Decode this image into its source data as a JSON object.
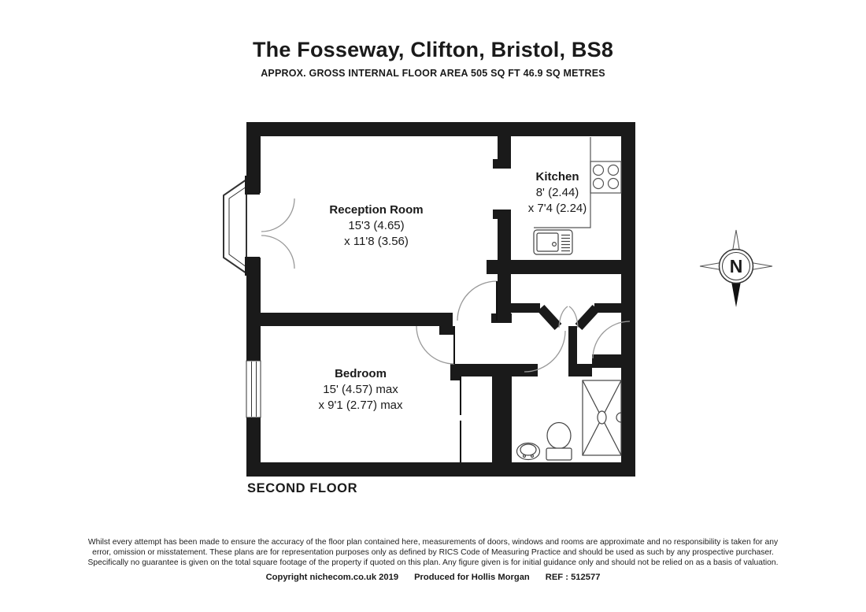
{
  "header": {
    "title": "The Fosseway, Clifton, Bristol, BS8",
    "subtitle": "APPROX. GROSS INTERNAL FLOOR AREA 505 SQ FT 46.9 SQ METRES"
  },
  "rooms": {
    "reception": {
      "name": "Reception Room",
      "dim1": "15'3 (4.65)",
      "dim2": "x 11'8 (3.56)"
    },
    "kitchen": {
      "name": "Kitchen",
      "dim1": "8' (2.44)",
      "dim2": "x 7'4 (2.24)"
    },
    "bedroom": {
      "name": "Bedroom",
      "dim1": "15' (4.57) max",
      "dim2": "x 9'1 (2.77) max"
    }
  },
  "floor_label": "SECOND FLOOR",
  "compass": {
    "north_label": "N"
  },
  "footer": {
    "disclaimer_line1": "Whilst every attempt has been made to ensure the accuracy of the floor plan contained here, measurements of doors, windows and rooms are approximate and no responsibility is taken for any",
    "disclaimer_line2": "error, omission or misstatement. These plans are for representation purposes only as defined by RICS Code of Measuring Practice and should be used as such by any prospective purchaser.",
    "disclaimer_line3": "Specifically no guarantee is given on the total square footage of the property if quoted on this plan. Any figure given is for initial guidance only and should not be relied on as a basis of valuation.",
    "copyright": "Copyright nichecom.co.uk 2019",
    "produced_for": "Produced for Hollis Morgan",
    "reference": "REF : 512577"
  },
  "colors": {
    "wall": "#1a1a1a",
    "fixture_line": "#444444",
    "door_swing": "#999999",
    "text": "#1a1a1a"
  }
}
